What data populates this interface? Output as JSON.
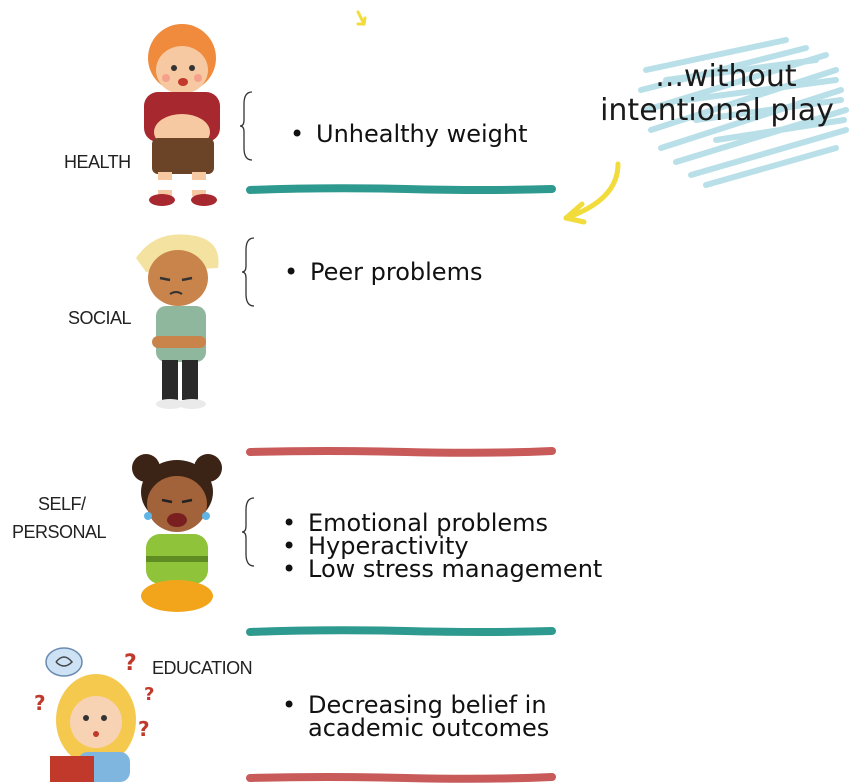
{
  "colors": {
    "teal": "#2e9a8f",
    "red": "#c85a5a",
    "scribble": "#b9e0e8",
    "arrow": "#f2dc3c"
  },
  "annotation": {
    "line1": "...without",
    "line2": "intentional play"
  },
  "sections": {
    "health": {
      "label": "HEALTH",
      "items": [
        "Unhealthy weight"
      ]
    },
    "social": {
      "label": "SOCIAL",
      "items": [
        "Peer problems"
      ]
    },
    "personal": {
      "label_line1": "SELF/",
      "label_line2": "PERSONAL",
      "items": [
        "Emotional problems",
        "Hyperactivity",
        "Low stress management"
      ]
    },
    "education": {
      "label": "EDUCATION",
      "items": [
        "Decreasing belief in",
        "academic outcomes"
      ]
    }
  },
  "icons": [
    "child-health-icon",
    "child-social-icon",
    "child-personal-icon",
    "child-education-icon",
    "yellow-arrow-icon"
  ]
}
